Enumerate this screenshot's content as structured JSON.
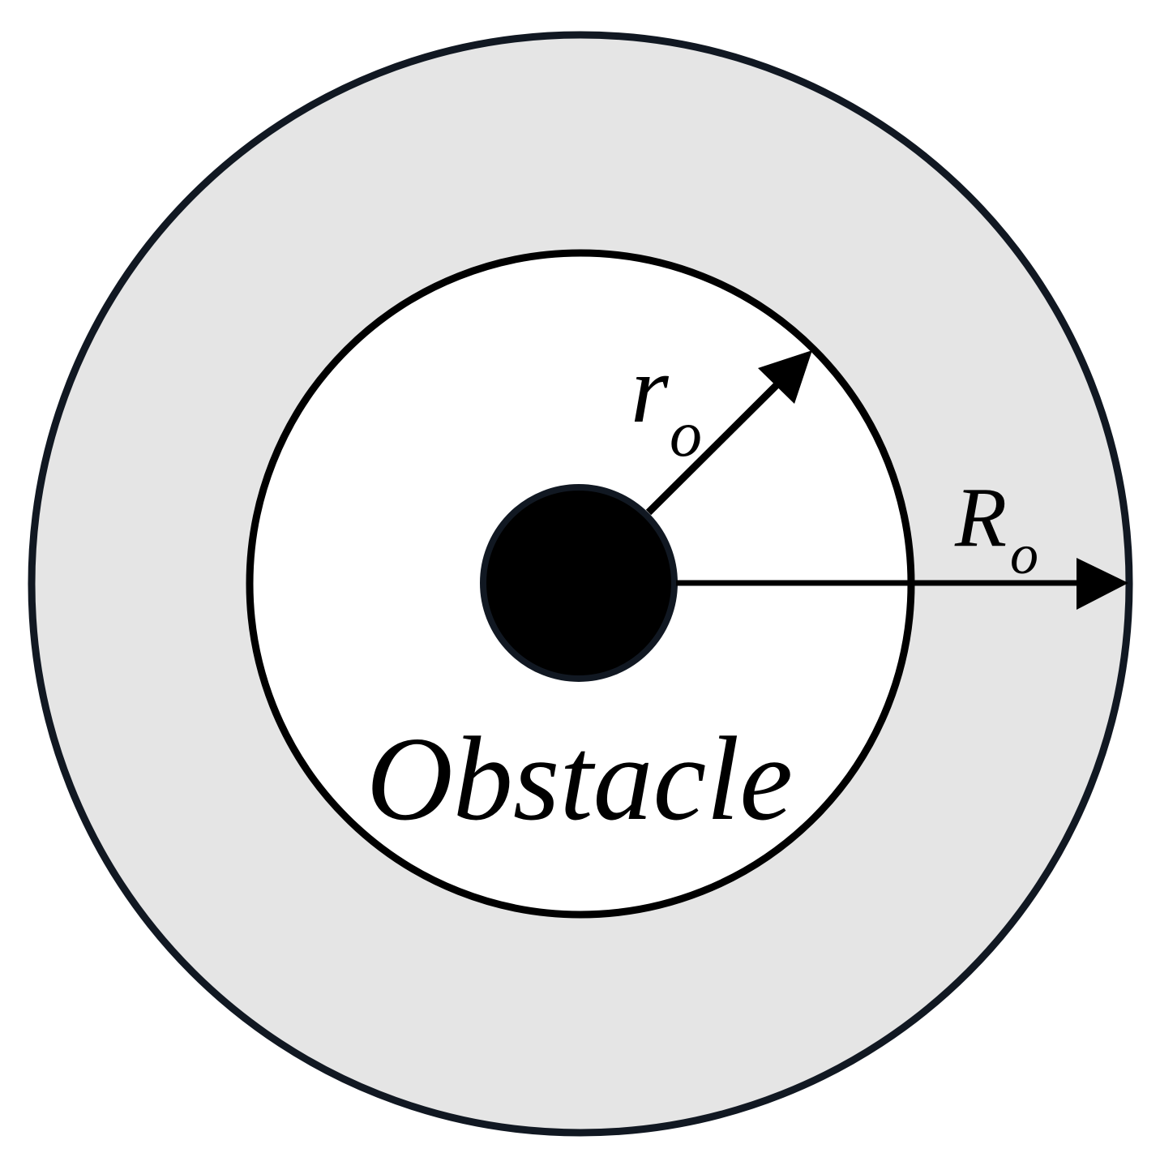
{
  "labels": {
    "inner_radius": "r",
    "inner_radius_subscript": "o",
    "outer_radius": "R",
    "outer_radius_subscript": "o",
    "center_text": "Obstacle"
  },
  "colors": {
    "outer_ring_fill": "#e5e5e5",
    "inner_disk_fill": "#ffffff",
    "stroke": "#111822",
    "obstacle_fill": "#000000",
    "arrow": "#000000"
  }
}
